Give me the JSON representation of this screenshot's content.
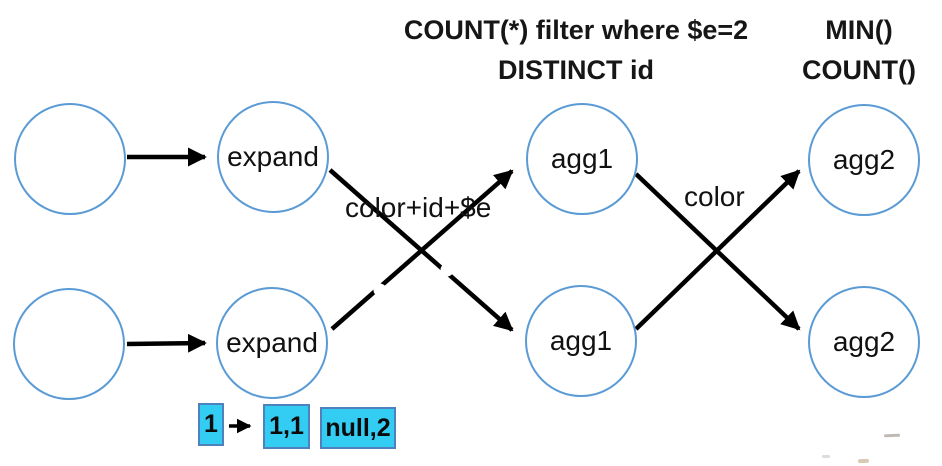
{
  "diagram": {
    "annotations": {
      "agg1_ops_line1": "COUNT(*) filter where $e=2",
      "agg1_ops_line2": "DISTINCT id",
      "agg2_ops_line1": "MIN()",
      "agg2_ops_line2": "COUNT()"
    },
    "nodes": {
      "source_top": "",
      "source_bottom": "",
      "expand_top": "expand",
      "expand_bottom": "expand",
      "agg1_top": "agg1",
      "agg1_bottom": "agg1",
      "agg2_top": "agg2",
      "agg2_bottom": "agg2"
    },
    "edge_labels": {
      "shuffle1": "color+id+$e",
      "shuffle2": "color"
    },
    "tuple_example": {
      "input": "1",
      "result1": "1,1",
      "result2": "null,2"
    },
    "colors": {
      "node_stroke": "#5B9BD5",
      "arrow_color": "#000000",
      "box_fill": "#33CCF2",
      "box_border": "#4F81BD",
      "text_color": "#111111"
    }
  }
}
